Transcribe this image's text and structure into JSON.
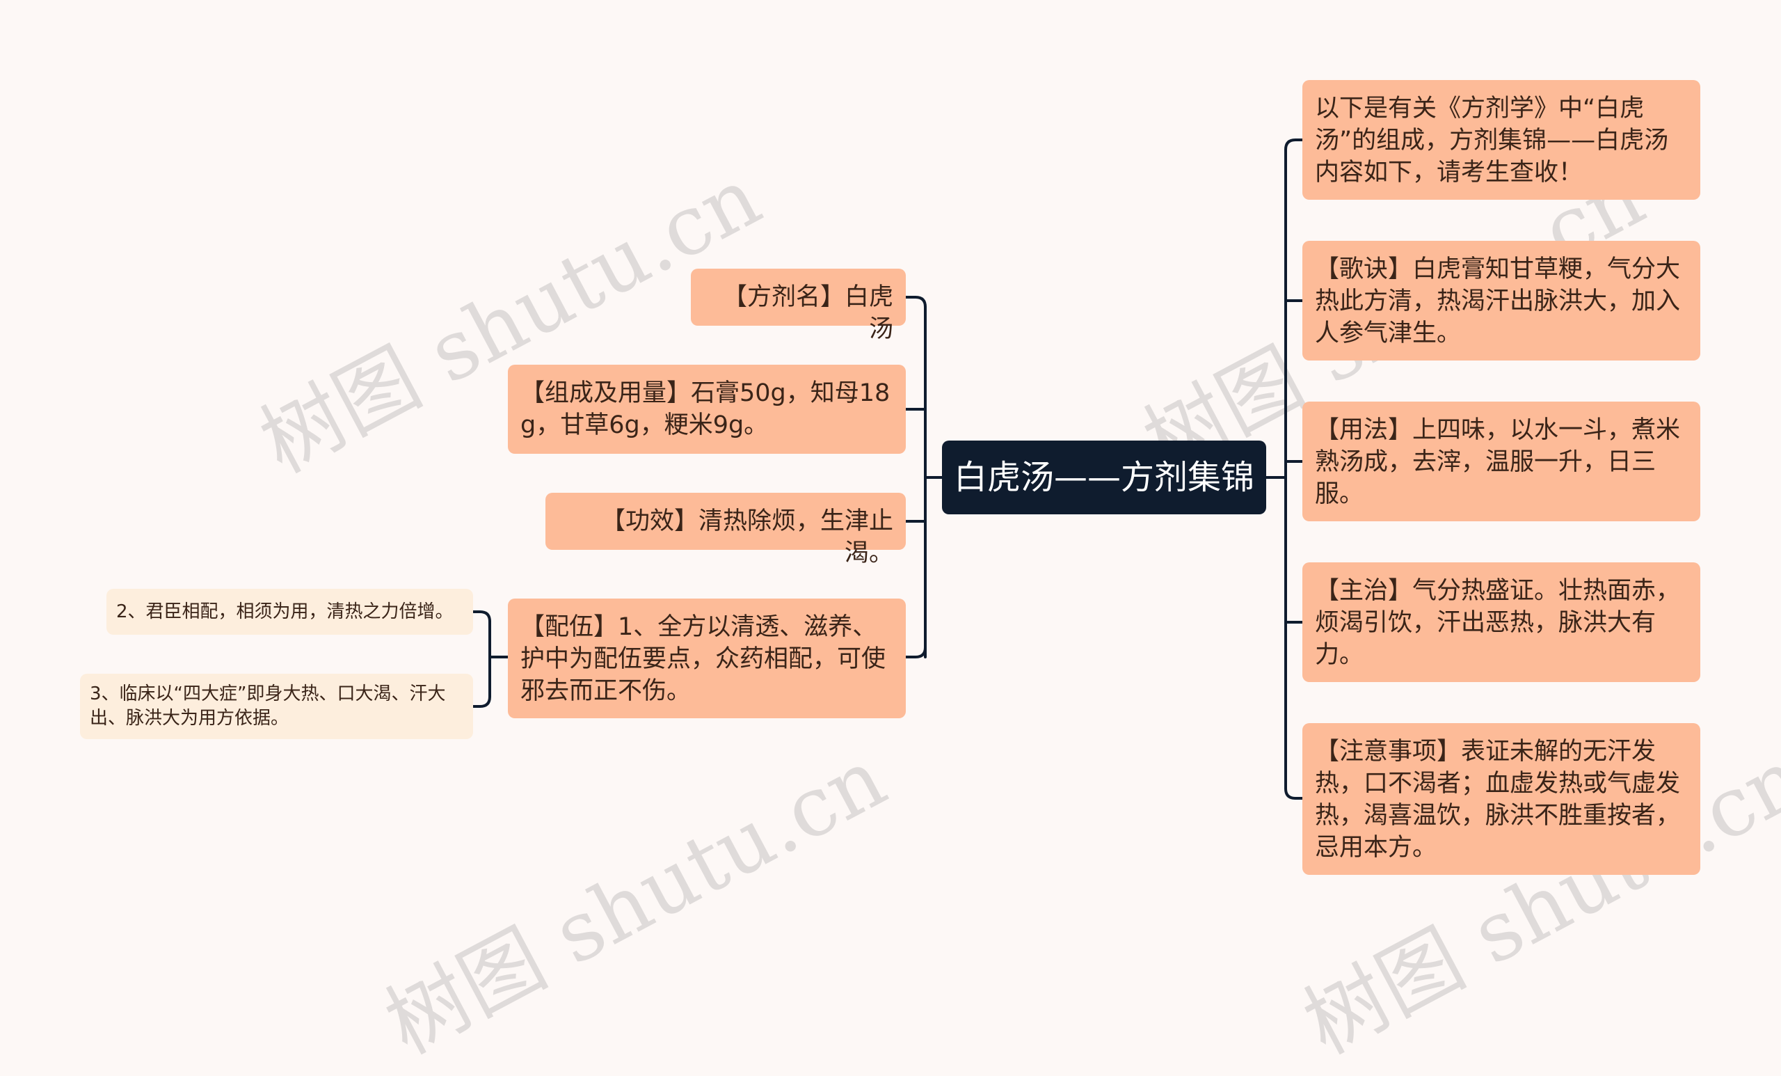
{
  "watermark": "树图 shutu.cn",
  "colors": {
    "background": "#fdf8f6",
    "center": "#0f1c2e",
    "node": "#fdbb98",
    "sub_node": "#fdeedd",
    "line": "#0f1c2e"
  },
  "center": {
    "title": "白虎汤——方剂集锦"
  },
  "left": [
    {
      "text": "【方剂名】白虎汤"
    },
    {
      "text": "【组成及用量】石膏50g，知母18g，甘草6g，粳米9g。"
    },
    {
      "text": "【功效】清热除烦，生津止渴。"
    },
    {
      "text": "【配伍】1、全方以清透、滋养、护中为配伍要点，众药相配，可使邪去而正不伤。",
      "children": [
        {
          "text": "2、君臣相配，相须为用，清热之力倍增。"
        },
        {
          "text": "3、临床以“四大症”即身大热、口大渴、汗大出、脉洪大为用方依据。"
        }
      ]
    }
  ],
  "right": [
    {
      "text": "以下是有关《方剂学》中“白虎汤”的组成，方剂集锦——白虎汤内容如下，请考生查收！"
    },
    {
      "text": "【歌诀】白虎膏知甘草粳，气分大热此方清，热渴汗出脉洪大，加入人参气津生。"
    },
    {
      "text": "【用法】上四味，以水一斗，煮米熟汤成，去滓，温服一升，日三服。"
    },
    {
      "text": "【主治】气分热盛证。壮热面赤，烦渴引饮，汗出恶热，脉洪大有力。"
    },
    {
      "text": "【注意事项】表证未解的无汗发热，口不渴者；血虚发热或气虚发热，渴喜温饮，脉洪不胜重按者，忌用本方。"
    }
  ]
}
